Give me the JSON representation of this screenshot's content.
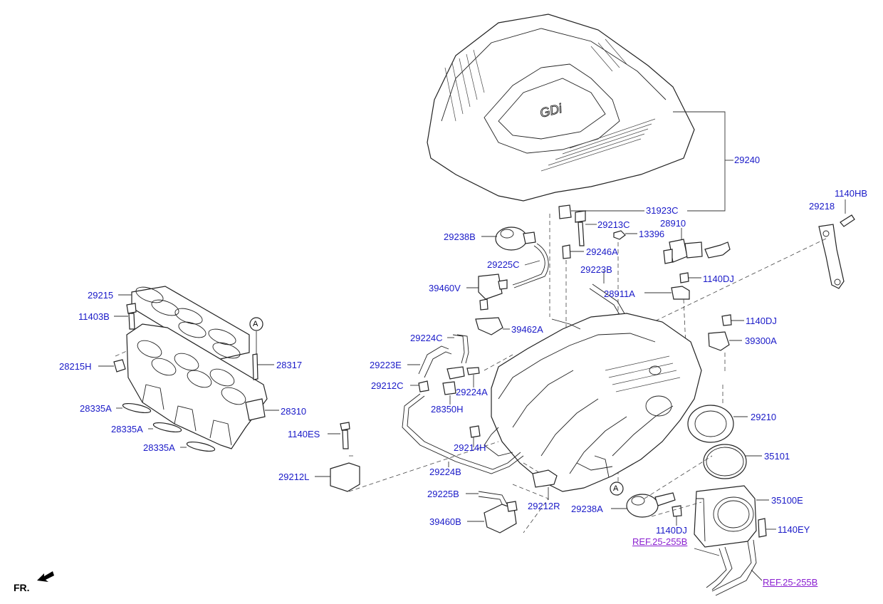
{
  "labels": {
    "p29240": "29240",
    "p31923C": "31923C",
    "p1140HB": "1140HB",
    "p29218": "29218",
    "p29213C": "29213C",
    "p28910": "28910",
    "p13396": "13396",
    "p29238B": "29238B",
    "p29246A": "29246A",
    "p29225C": "29225C",
    "p29223B": "29223B",
    "p1140DJ_a": "1140DJ",
    "p39460V": "39460V",
    "p28911A": "28911A",
    "p29215": "29215",
    "p11403B": "11403B",
    "p1140DJ_b": "1140DJ",
    "p39462A": "39462A",
    "p39300A": "39300A",
    "p29224C": "29224C",
    "p28215H": "28215H",
    "p28317": "28317",
    "p29223E": "29223E",
    "p29212C": "29212C",
    "p29224A": "29224A",
    "p28335A_a": "28335A",
    "p28310": "28310",
    "p28350H": "28350H",
    "p29210": "29210",
    "p28335A_b": "28335A",
    "p1140ES": "1140ES",
    "p28335A_c": "28335A",
    "p29214H": "29214H",
    "p35101": "35101",
    "p29224B": "29224B",
    "p29212L": "29212L",
    "p29225B": "29225B",
    "p35100E": "35100E",
    "p29212R": "29212R",
    "p29238A": "29238A",
    "p39460B": "39460B",
    "p1140DJ_c": "1140DJ",
    "p1140EY": "1140EY",
    "ref1": "REF.25-255B",
    "ref2": "REF.25-255B",
    "callout_a1": "A",
    "callout_a2": "A",
    "fr": "FR."
  }
}
